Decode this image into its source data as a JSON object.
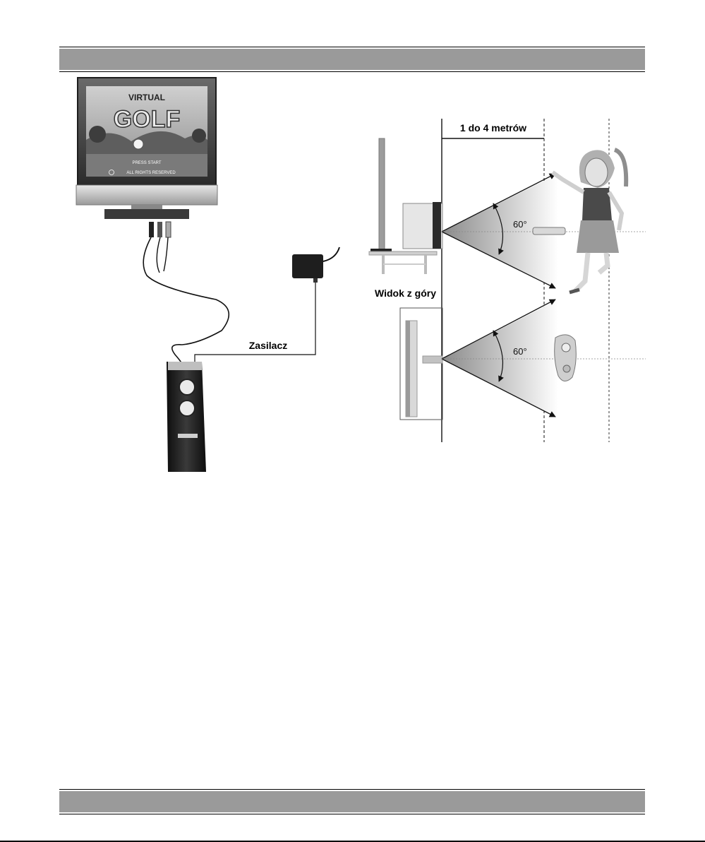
{
  "tv_screen": {
    "logo_top": "VIRTUAL",
    "logo_main": "GOLF",
    "press_start": "PRESS START",
    "rights": "ALL RIGHTS RESERVED"
  },
  "connection": {
    "power_label": "Zasilacz"
  },
  "diagram": {
    "distance_label": "1 do 4 metrów",
    "angle_side": "60°",
    "angle_top": "60°",
    "top_view_label": "Widok z góry"
  },
  "colors": {
    "header_band": "#9a9a9a",
    "cone_dark": "#8a8a8a"
  }
}
